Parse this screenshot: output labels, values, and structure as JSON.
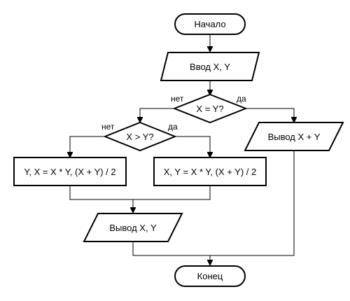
{
  "flowchart": {
    "start": "Начало",
    "input": "Ввод X, Y",
    "decision_equal": "X = Y?",
    "decision_equal_no": "нет",
    "decision_equal_yes": "да",
    "output_sum": "Вывод X + Y",
    "decision_greater": "X > Y?",
    "decision_greater_no": "нет",
    "decision_greater_yes": "да",
    "process_left": "Y, X = X * Y, (X + Y) / 2",
    "process_right": "X, Y = X * Y, (X + Y) / 2",
    "output_xy": "Вывод X, Y",
    "end": "Конец"
  }
}
